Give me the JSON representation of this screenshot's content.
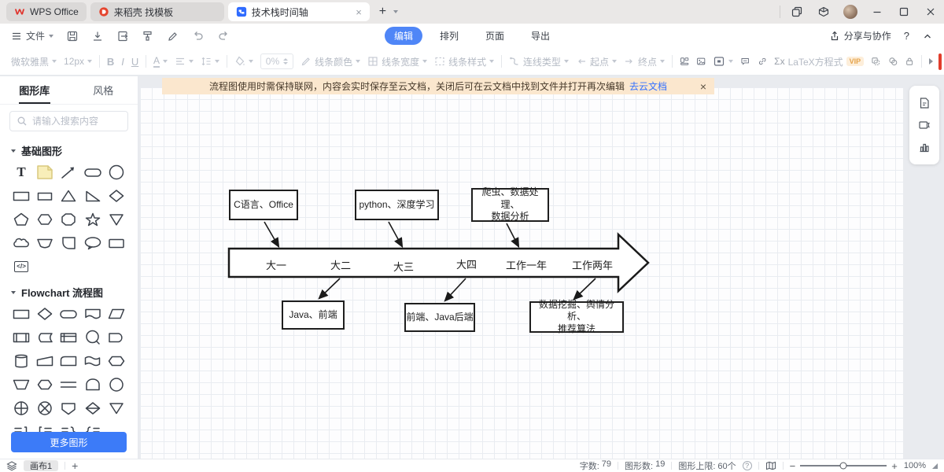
{
  "titlebar": {
    "tabs": [
      {
        "label": "WPS Office"
      },
      {
        "label": "来稻壳 找模板"
      },
      {
        "label": "技术栈时间轴"
      }
    ]
  },
  "menubar": {
    "file_label": "文件",
    "center_items": [
      "编辑",
      "排列",
      "页面",
      "导出"
    ],
    "share_label": "分享与协作",
    "help": "?"
  },
  "toolbar": {
    "font_name": "微软雅黑",
    "font_size": "12px",
    "bold": "B",
    "italic": "I",
    "underline": "U",
    "font_color": "A",
    "opacity": "0%",
    "line_color": "线条颜色",
    "line_width": "线条宽度",
    "line_style": "线条样式",
    "connector_type": "连线类型",
    "start_point": "起点",
    "end_point": "终点",
    "latex_sigma": "Σx",
    "latex": "LaTeX方程式",
    "vip": "VIP"
  },
  "sidebar": {
    "tabs": [
      {
        "label": "图形库"
      },
      {
        "label": "风格"
      }
    ],
    "search_placeholder": "请输入搜索内容",
    "sections": [
      {
        "title": "基础图形"
      },
      {
        "title": "Flowchart 流程图"
      }
    ],
    "more_button": "更多图形",
    "text_glyph": "T",
    "code_glyph": "</>"
  },
  "banner": {
    "text": "流程图使用时需保持联网，内容会实时保存至云文档，关闭后可在云文档中找到文件并打开再次编辑",
    "link": "去云文档",
    "close": "×"
  },
  "diagram": {
    "top_boxes": [
      {
        "lines": [
          "C语言、Office",
          ""
        ]
      },
      {
        "lines": [
          "python、深度学习",
          ""
        ]
      },
      {
        "lines": [
          "爬虫、数据处理、",
          "数据分析"
        ]
      }
    ],
    "timeline_labels": [
      "大一",
      "大二",
      "大三",
      "大四",
      "工作一年",
      "工作两年"
    ],
    "bottom_boxes": [
      {
        "lines": [
          "Java、前端",
          ""
        ]
      },
      {
        "lines": [
          "前端、Java后端",
          ""
        ]
      },
      {
        "lines": [
          "数据挖掘、舆情分析、",
          "推荐算法"
        ]
      }
    ]
  },
  "statusbar": {
    "canvas_tab": "画布1",
    "stats": [
      {
        "label": "字数:",
        "value": "79"
      },
      {
        "label": "图形数:",
        "value": "19"
      },
      {
        "label": "图形上限:",
        "value": "60个"
      }
    ],
    "zoom": "100%"
  },
  "icons": {
    "close": "×",
    "plus": "+",
    "minus": "−",
    "help": "?"
  },
  "colors": {
    "accent_blue": "#4f86f7",
    "link_blue": "#3370ff",
    "banner_bg": "#fbe7ce",
    "wps_red": "#e0322b",
    "stroke_black": "#1f1f1f"
  }
}
